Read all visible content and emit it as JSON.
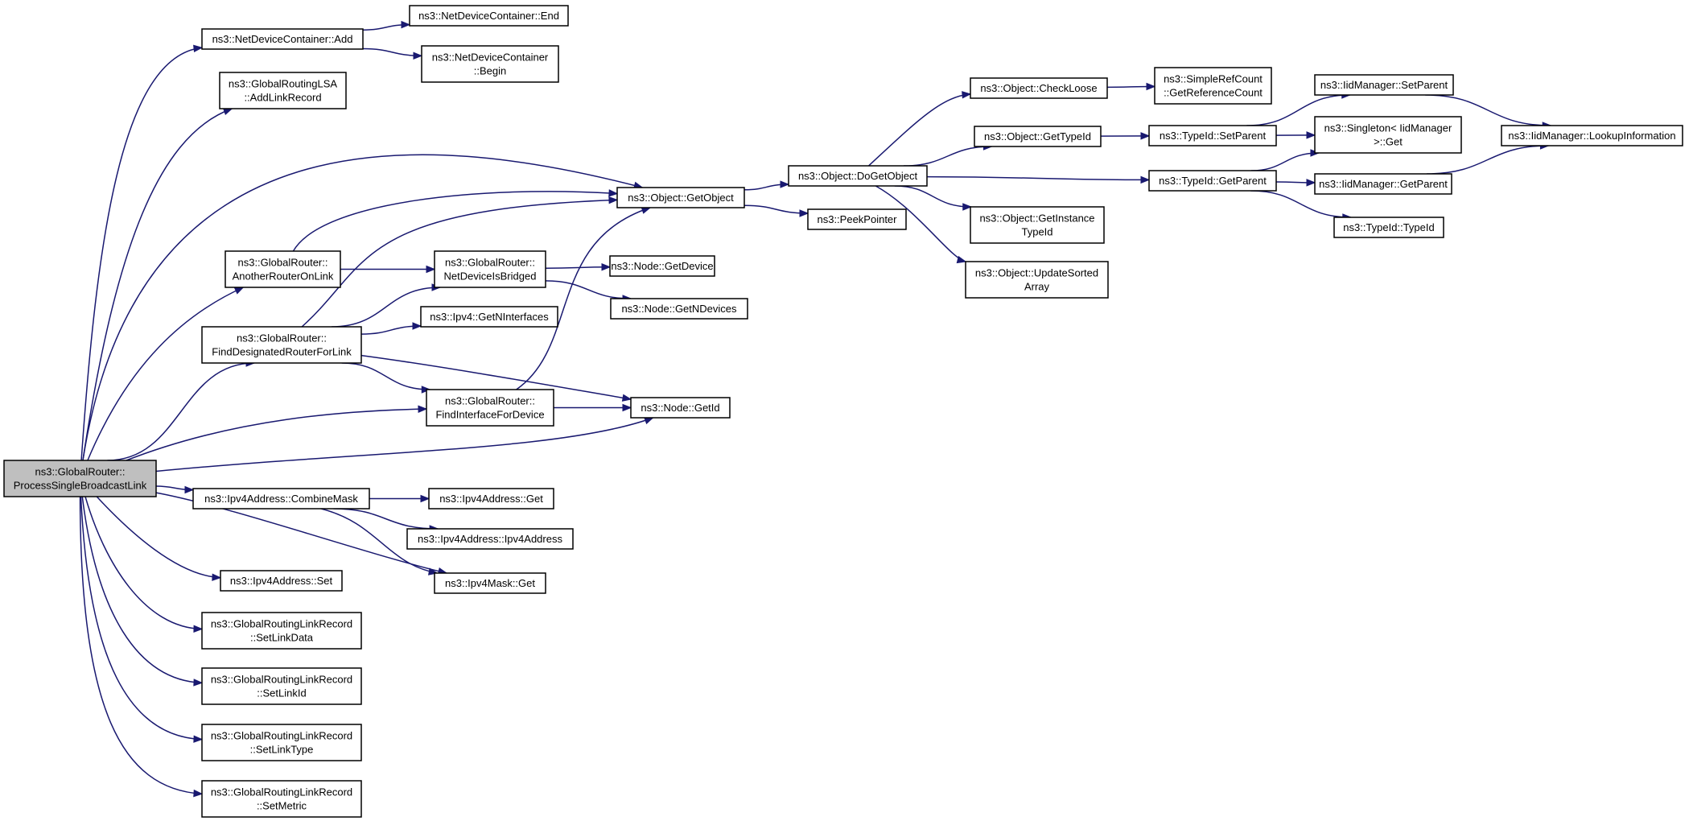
{
  "graph": {
    "root": "process_single_broadcast_link",
    "nodes": [
      {
        "id": "process_single_broadcast_link",
        "lines": [
          "ns3::GlobalRouter::",
          "ProcessSingleBroadcastLink"
        ],
        "highlighted": true
      },
      {
        "id": "net_device_container_add",
        "lines": [
          "ns3::NetDeviceContainer::Add"
        ]
      },
      {
        "id": "net_device_container_end",
        "lines": [
          "ns3::NetDeviceContainer::End"
        ]
      },
      {
        "id": "net_device_container_begin",
        "lines": [
          "ns3::NetDeviceContainer",
          "::Begin"
        ]
      },
      {
        "id": "global_routing_lsa_add_link_record",
        "lines": [
          "ns3::GlobalRoutingLSA",
          "::AddLinkRecord"
        ]
      },
      {
        "id": "object_get_object",
        "lines": [
          "ns3::Object::GetObject"
        ]
      },
      {
        "id": "object_do_get_object",
        "lines": [
          "ns3::Object::DoGetObject"
        ]
      },
      {
        "id": "peek_pointer",
        "lines": [
          "ns3::PeekPointer"
        ]
      },
      {
        "id": "object_check_loose",
        "lines": [
          "ns3::Object::CheckLoose"
        ]
      },
      {
        "id": "simple_ref_count_get_reference_count",
        "lines": [
          "ns3::SimpleRefCount",
          "::GetReferenceCount"
        ]
      },
      {
        "id": "object_get_type_id",
        "lines": [
          "ns3::Object::GetTypeId"
        ]
      },
      {
        "id": "type_id_set_parent",
        "lines": [
          "ns3::TypeId::SetParent"
        ]
      },
      {
        "id": "type_id_get_parent",
        "lines": [
          "ns3::TypeId::GetParent"
        ]
      },
      {
        "id": "iid_manager_set_parent",
        "lines": [
          "ns3::IidManager::SetParent"
        ]
      },
      {
        "id": "singleton_iid_manager_get",
        "lines": [
          "ns3::Singleton< IidManager",
          " >::Get"
        ]
      },
      {
        "id": "iid_manager_get_parent",
        "lines": [
          "ns3::IidManager::GetParent"
        ]
      },
      {
        "id": "type_id_type_id",
        "lines": [
          "ns3::TypeId::TypeId"
        ]
      },
      {
        "id": "iid_manager_lookup_information",
        "lines": [
          "ns3::IidManager::LookupInformation"
        ]
      },
      {
        "id": "object_get_instance_type_id",
        "lines": [
          "ns3::Object::GetInstance",
          "TypeId"
        ]
      },
      {
        "id": "object_update_sorted_array",
        "lines": [
          "ns3::Object::UpdateSorted",
          "Array"
        ]
      },
      {
        "id": "global_router_another_router_on_link",
        "lines": [
          "ns3::GlobalRouter::",
          "AnotherRouterOnLink"
        ]
      },
      {
        "id": "global_router_net_device_is_bridged",
        "lines": [
          "ns3::GlobalRouter::",
          "NetDeviceIsBridged"
        ]
      },
      {
        "id": "node_get_device",
        "lines": [
          "ns3::Node::GetDevice"
        ]
      },
      {
        "id": "node_get_n_devices",
        "lines": [
          "ns3::Node::GetNDevices"
        ]
      },
      {
        "id": "global_router_find_designated_router_for_link",
        "lines": [
          "ns3::GlobalRouter::",
          "FindDesignatedRouterForLink"
        ]
      },
      {
        "id": "ipv4_get_n_interfaces",
        "lines": [
          "ns3::Ipv4::GetNInterfaces"
        ]
      },
      {
        "id": "global_router_find_interface_for_device",
        "lines": [
          "ns3::GlobalRouter::",
          "FindInterfaceForDevice"
        ]
      },
      {
        "id": "node_get_id",
        "lines": [
          "ns3::Node::GetId"
        ]
      },
      {
        "id": "ipv4_address_combine_mask",
        "lines": [
          "ns3::Ipv4Address::CombineMask"
        ]
      },
      {
        "id": "ipv4_address_get",
        "lines": [
          "ns3::Ipv4Address::Get"
        ]
      },
      {
        "id": "ipv4_address_ipv4_address",
        "lines": [
          "ns3::Ipv4Address::Ipv4Address"
        ]
      },
      {
        "id": "ipv4_mask_get",
        "lines": [
          "ns3::Ipv4Mask::Get"
        ]
      },
      {
        "id": "ipv4_address_set",
        "lines": [
          "ns3::Ipv4Address::Set"
        ]
      },
      {
        "id": "global_routing_link_record_set_link_data",
        "lines": [
          "ns3::GlobalRoutingLinkRecord",
          "::SetLinkData"
        ]
      },
      {
        "id": "global_routing_link_record_set_link_id",
        "lines": [
          "ns3::GlobalRoutingLinkRecord",
          "::SetLinkId"
        ]
      },
      {
        "id": "global_routing_link_record_set_link_type",
        "lines": [
          "ns3::GlobalRoutingLinkRecord",
          "::SetLinkType"
        ]
      },
      {
        "id": "global_routing_link_record_set_metric",
        "lines": [
          "ns3::GlobalRoutingLinkRecord",
          "::SetMetric"
        ]
      }
    ],
    "edges": [
      [
        "process_single_broadcast_link",
        "net_device_container_add"
      ],
      [
        "process_single_broadcast_link",
        "global_routing_lsa_add_link_record"
      ],
      [
        "process_single_broadcast_link",
        "object_get_object"
      ],
      [
        "process_single_broadcast_link",
        "global_router_another_router_on_link"
      ],
      [
        "process_single_broadcast_link",
        "global_router_find_designated_router_for_link"
      ],
      [
        "process_single_broadcast_link",
        "global_router_find_interface_for_device"
      ],
      [
        "process_single_broadcast_link",
        "node_get_id"
      ],
      [
        "process_single_broadcast_link",
        "ipv4_address_combine_mask"
      ],
      [
        "process_single_broadcast_link",
        "ipv4_mask_get"
      ],
      [
        "process_single_broadcast_link",
        "ipv4_address_set"
      ],
      [
        "process_single_broadcast_link",
        "global_routing_link_record_set_link_data"
      ],
      [
        "process_single_broadcast_link",
        "global_routing_link_record_set_link_id"
      ],
      [
        "process_single_broadcast_link",
        "global_routing_link_record_set_link_type"
      ],
      [
        "process_single_broadcast_link",
        "global_routing_link_record_set_metric"
      ],
      [
        "net_device_container_add",
        "net_device_container_end"
      ],
      [
        "net_device_container_add",
        "net_device_container_begin"
      ],
      [
        "object_get_object",
        "object_do_get_object"
      ],
      [
        "object_get_object",
        "peek_pointer"
      ],
      [
        "object_do_get_object",
        "object_check_loose"
      ],
      [
        "object_do_get_object",
        "object_get_type_id"
      ],
      [
        "object_do_get_object",
        "type_id_get_parent"
      ],
      [
        "object_do_get_object",
        "object_get_instance_type_id"
      ],
      [
        "object_do_get_object",
        "object_update_sorted_array"
      ],
      [
        "object_check_loose",
        "simple_ref_count_get_reference_count"
      ],
      [
        "object_get_type_id",
        "type_id_set_parent"
      ],
      [
        "type_id_set_parent",
        "iid_manager_set_parent"
      ],
      [
        "type_id_set_parent",
        "singleton_iid_manager_get"
      ],
      [
        "type_id_get_parent",
        "singleton_iid_manager_get"
      ],
      [
        "type_id_get_parent",
        "iid_manager_get_parent"
      ],
      [
        "type_id_get_parent",
        "type_id_type_id"
      ],
      [
        "iid_manager_set_parent",
        "iid_manager_lookup_information"
      ],
      [
        "iid_manager_get_parent",
        "iid_manager_lookup_information"
      ],
      [
        "global_router_another_router_on_link",
        "object_get_object"
      ],
      [
        "global_router_another_router_on_link",
        "global_router_net_device_is_bridged"
      ],
      [
        "global_router_net_device_is_bridged",
        "node_get_device"
      ],
      [
        "global_router_net_device_is_bridged",
        "node_get_n_devices"
      ],
      [
        "global_router_find_designated_router_for_link",
        "object_get_object"
      ],
      [
        "global_router_find_designated_router_for_link",
        "global_router_net_device_is_bridged"
      ],
      [
        "global_router_find_designated_router_for_link",
        "ipv4_get_n_interfaces"
      ],
      [
        "global_router_find_designated_router_for_link",
        "global_router_find_interface_for_device"
      ],
      [
        "global_router_find_designated_router_for_link",
        "node_get_id"
      ],
      [
        "global_router_find_interface_for_device",
        "object_get_object"
      ],
      [
        "global_router_find_interface_for_device",
        "node_get_id"
      ],
      [
        "ipv4_address_combine_mask",
        "ipv4_address_get"
      ],
      [
        "ipv4_address_combine_mask",
        "ipv4_address_ipv4_address"
      ],
      [
        "ipv4_address_combine_mask",
        "ipv4_mask_get"
      ]
    ]
  }
}
